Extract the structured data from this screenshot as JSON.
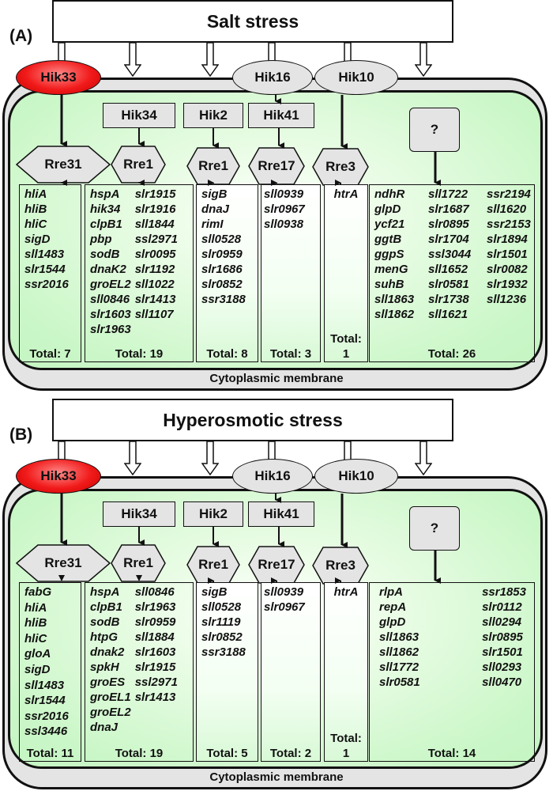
{
  "panels": [
    {
      "label": "(A)",
      "stress": "Salt stress",
      "membrane_label": "Cytoplasmic membrane",
      "sensors": {
        "hik33": "Hik33",
        "hik16": "Hik16",
        "hik10": "Hik10",
        "hik34": "Hik34",
        "hik2": "Hik2",
        "hik41": "Hik41",
        "unknown": "?"
      },
      "regulators": {
        "rre31": "Rre31",
        "rre1a": "Rre1",
        "rre1b": "Rre1",
        "rre17": "Rre17",
        "rre3": "Rre3"
      },
      "gene_sets": [
        {
          "pathway": "Hik33-Rre31",
          "columns": [
            [
              "hliA",
              "hliB",
              "hliC",
              "sigD",
              "sll1483",
              "slr1544",
              "ssr2016"
            ]
          ],
          "total": "Total: 7"
        },
        {
          "pathway": "Hik34-Rre1",
          "columns": [
            [
              "hspA",
              "hik34",
              "clpB1",
              "pbp",
              "sodB",
              "dnaK2",
              "groEL2",
              "sll0846",
              "slr1603",
              "slr1963"
            ],
            [
              "slr1915",
              "slr1916",
              "sll1844",
              "ssl2971",
              "slr0095",
              "slr1192",
              "sll1022",
              "slr1413",
              "sll1107"
            ]
          ],
          "total": "Total: 19"
        },
        {
          "pathway": "Hik2-Rre1",
          "columns": [
            [
              "sigB",
              "dnaJ",
              "rimI",
              "sll0528",
              "slr0959",
              "slr1686",
              "slr0852",
              "ssr3188"
            ]
          ],
          "total": "Total: 8"
        },
        {
          "pathway": "Hik16/Hik41-Rre17",
          "columns": [
            [
              "sll0939",
              "slr0967",
              "sll0938"
            ]
          ],
          "total": "Total: 3"
        },
        {
          "pathway": "Hik10-Rre3",
          "columns": [
            [
              "htrA"
            ]
          ],
          "total": "Total:\n1"
        },
        {
          "pathway": "Unknown",
          "columns": [
            [
              "ndhR",
              "glpD",
              "ycf21",
              "ggtB",
              "ggpS",
              "menG",
              "suhB",
              "sll1863",
              "sll1862"
            ],
            [
              "sll1722",
              "slr1687",
              "slr0895",
              "slr1704",
              "ssl3044",
              "sll1652",
              "slr0581",
              "slr1738",
              "sll1621"
            ],
            [
              "ssr2194",
              "sll1620",
              "ssr2153",
              "slr1894",
              "slr1501",
              "slr0082",
              "slr1932",
              "sll1236"
            ]
          ],
          "total": "Total: 26"
        }
      ]
    },
    {
      "label": "(B)",
      "stress": "Hyperosmotic stress",
      "membrane_label": "Cytoplasmic membrane",
      "sensors": {
        "hik33": "Hik33",
        "hik16": "Hik16",
        "hik10": "Hik10",
        "hik34": "Hik34",
        "hik2": "Hik2",
        "hik41": "Hik41",
        "unknown": "?"
      },
      "regulators": {
        "rre31": "Rre31",
        "rre1a": "Rre1",
        "rre1b": "Rre1",
        "rre17": "Rre17",
        "rre3": "Rre3"
      },
      "gene_sets": [
        {
          "pathway": "Hik33-Rre31",
          "columns": [
            [
              "fabG",
              "hliA",
              "hliB",
              "hliC",
              "gloA",
              "sigD",
              "sll1483",
              "slr1544",
              "ssr2016",
              "ssl3446"
            ]
          ],
          "total": "Total: 11"
        },
        {
          "pathway": "Hik34-Rre1",
          "columns": [
            [
              "hspA",
              "clpB1",
              "sodB",
              "htpG",
              "dnak2",
              "spkH",
              "groES",
              "groEL1",
              "groEL2",
              "dnaJ"
            ],
            [
              "sll0846",
              "slr1963",
              "slr0959",
              "sll1884",
              "slr1603",
              "slr1915",
              "ssl2971",
              "slr1413"
            ]
          ],
          "total": "Total: 19"
        },
        {
          "pathway": "Hik2-Rre1",
          "columns": [
            [
              "sigB",
              "sll0528",
              "slr1119",
              "slr0852",
              "ssr3188"
            ]
          ],
          "total": "Total: 5"
        },
        {
          "pathway": "Hik16/Hik41-Rre17",
          "columns": [
            [
              "sll0939",
              "slr0967"
            ]
          ],
          "total": "Total: 2"
        },
        {
          "pathway": "Hik10-Rre3",
          "columns": [
            [
              "htrA"
            ]
          ],
          "total": "Total:\n1"
        },
        {
          "pathway": "Unknown",
          "columns": [
            [
              "rlpA",
              "repA",
              "glpD",
              "sll1863",
              "sll1862",
              "sll1772",
              "slr0581"
            ],
            [
              "ssr1853",
              "slr0112",
              "sll0294",
              "slr0895",
              "slr1501",
              "sll0293",
              "sll0470"
            ]
          ],
          "total": "Total: 14"
        }
      ]
    }
  ],
  "colors": {
    "hik33": "#f11a1a",
    "sensor_fill": "#e4e4e4",
    "cytoplasm": "#c4f5c2",
    "membrane": "#e4e4e4"
  }
}
